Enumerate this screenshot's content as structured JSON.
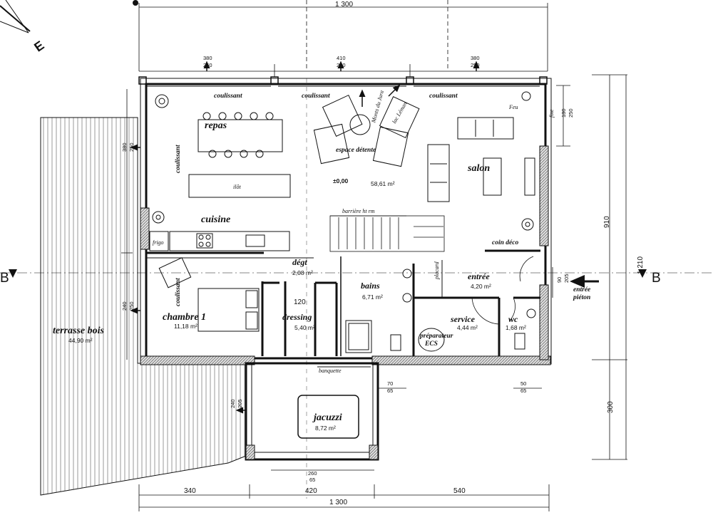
{
  "plan": {
    "rooms": {
      "repas": {
        "name": "repas"
      },
      "ilot": {
        "name": "ilôt"
      },
      "cuisine": {
        "name": "cuisine"
      },
      "frigo": {
        "name": "frigo"
      },
      "espace_detente": {
        "name": "espace détente"
      },
      "salon": {
        "name": "salon"
      },
      "total_area": "58,61 m²",
      "level": "±0,00",
      "degt": {
        "name": "dégt",
        "area": "2,08 m²"
      },
      "bains": {
        "name": "bains",
        "area": "6,71 m²"
      },
      "entree": {
        "name": "entrée",
        "area": "4,20 m²"
      },
      "chambre1": {
        "name": "chambre 1",
        "area": "11,18 m²"
      },
      "dressing": {
        "name": "dressing",
        "area": "5,40 m²"
      },
      "service": {
        "name": "service",
        "area": "4,44 m²"
      },
      "wc": {
        "name": "wc",
        "area": "1,68 m²"
      },
      "terrasse": {
        "name": "terrasse bois",
        "area": "44,90 m²"
      },
      "jacuzzi": {
        "name": "jacuzzi",
        "area": "8,72 m²"
      }
    },
    "notes": {
      "coulissant": "coulissant",
      "feu": "Feu",
      "fixe": "fixe",
      "monts_du_jura": "Monts du Jura",
      "lac_leman": "lac Léman",
      "barriere": "barrière ht rm",
      "coin_deco": "coin déco",
      "placard": "placard",
      "preparateur": "préparateur",
      "ecs": "ECS",
      "banquette": "banquette",
      "entree_pieton_1": "entrée",
      "entree_pieton_2": "piéton"
    },
    "dimensions": {
      "top_total": "1 300",
      "top_a1": "380",
      "top_a2": "250",
      "top_b1": "410",
      "top_b2": "250",
      "top_c1": "380",
      "top_c2": "250",
      "right_180": "180",
      "right_250": "250",
      "right_910": "910",
      "right_1210": "1 210",
      "right_90": "90",
      "right_205": "205",
      "right_300": "300",
      "left_380": "380",
      "left_250": "250",
      "left_240": "240",
      "left_250b": "250",
      "jac_240": "240",
      "jac_205": "205",
      "dressing_120": "120",
      "bottom_340": "340",
      "bottom_420": "420",
      "bottom_540": "540",
      "bottom_total": "1 300",
      "bottom_260": "260",
      "bottom_65": "65",
      "small_70": "70",
      "small_65a": "65",
      "small_50": "50",
      "small_65b": "65"
    },
    "section_marks": {
      "left": "B",
      "right": "B"
    },
    "compass": "E"
  }
}
